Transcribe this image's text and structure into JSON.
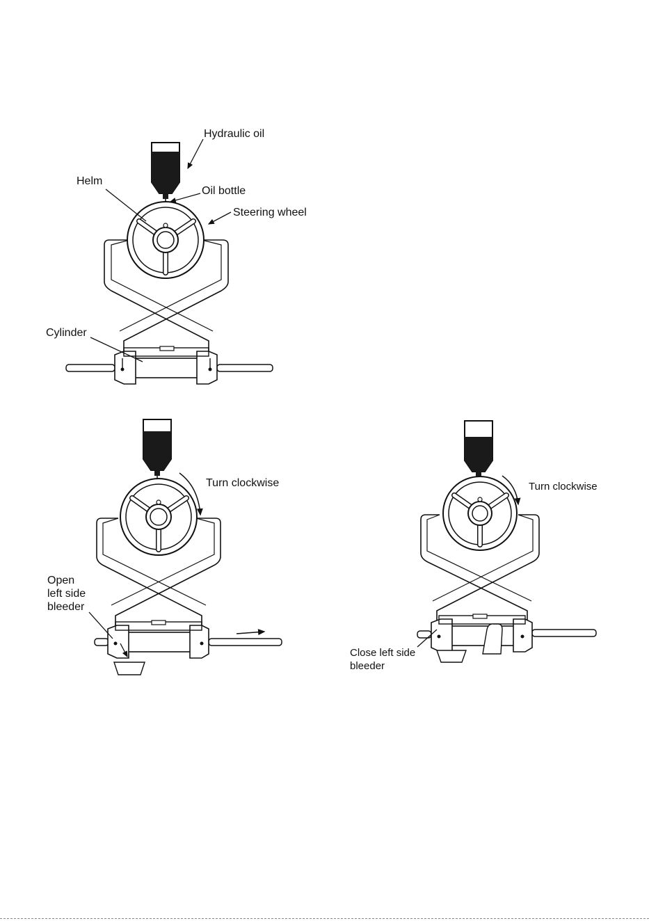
{
  "figure1": {
    "labels": {
      "hydraulic_oil": "Hydraulic oil",
      "helm": "Helm",
      "oil_bottle": "Oil bottle",
      "steering_wheel": "Steering wheel",
      "cylinder": "Cylinder"
    },
    "oil_level": 0.78
  },
  "figure2": {
    "labels": {
      "turn_clockwise": "Turn clockwise",
      "open_bleeder": "Open\nleft side\nbleeder"
    },
    "oil_level": 0.7
  },
  "figure3": {
    "labels": {
      "turn_clockwise": "Turn clockwise",
      "close_bleeder": "Close left side\nbleeder"
    },
    "oil_level": 0.55
  },
  "colors": {
    "ink": "#111111",
    "oil": "#1a1a1a",
    "paper": "#ffffff"
  }
}
